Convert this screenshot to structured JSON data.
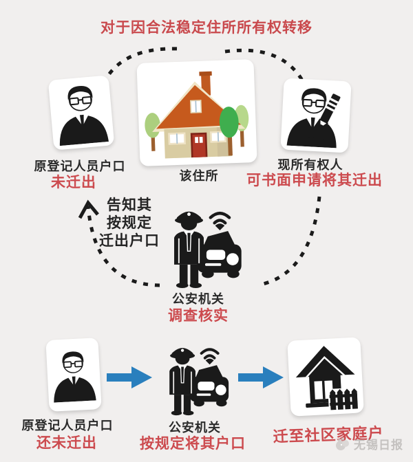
{
  "title": "对于因合法稳定住所所有权转移",
  "colors": {
    "background": "#f1efee",
    "accent_red": "#cc4a4e",
    "title_red": "#c9494d",
    "text_black": "#2a2a2a",
    "arrow_blue": "#2a7fbd",
    "watermark_gray": "#b5b2b0",
    "roof_orange": "#c65a1d",
    "wall_tan": "#d9cca2"
  },
  "top_flow": {
    "original_registrant": {
      "label": "原登记人员户口",
      "status": "未迁出",
      "icon": "person-suit-icon"
    },
    "residence": {
      "label": "该住所",
      "icon": "house-illustration-icon"
    },
    "current_owner": {
      "label": "现所有权人",
      "status": "可书面申请将其迁出",
      "icon": "person-writing-icon"
    }
  },
  "investigation": {
    "notice_line1": "告知其",
    "notice_line2": "按规定",
    "notice_line3": "迁出户口",
    "agency_label": "公安机关",
    "agency_status": "调查核实",
    "icon": "police-officer-car-icon"
  },
  "bottom_flow": {
    "original_registrant": {
      "label": "原登记人员户口",
      "status": "还未迁出",
      "icon": "person-suit-icon"
    },
    "agency": {
      "label": "公安机关",
      "status": "按规定将其户口",
      "icon": "police-officer-car-icon"
    },
    "community": {
      "label": "迁至社区家庭户",
      "icon": "community-house-icon"
    },
    "arrow_icon": "right-arrow-icon"
  },
  "watermark": "无锡日报"
}
